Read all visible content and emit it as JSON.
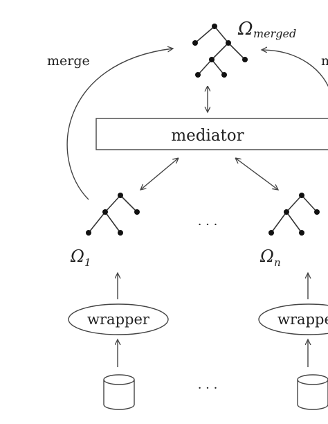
{
  "labels": {
    "merged_omega": "Ω",
    "merged_sub": "merged",
    "merge_left": "merge",
    "merge_right": "merge",
    "mediator": "mediator",
    "omega_1": "Ω",
    "omega_1_sub": "1",
    "omega_n": "Ω",
    "omega_n_sub": "n",
    "wrapper_left": "wrapper",
    "wrapper_right": "wrapper",
    "ellipsis_top": "· · ·",
    "ellipsis_bottom": "· · ·"
  },
  "colors": {
    "ink": "#222222",
    "line": "#444444"
  }
}
